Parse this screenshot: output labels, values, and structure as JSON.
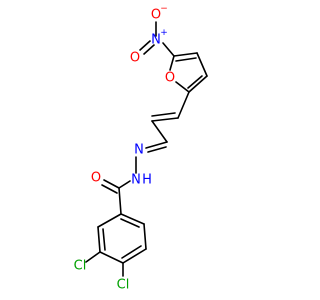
{
  "molecule": {
    "colors": {
      "bond": "#000000",
      "N": "#0000FF",
      "O": "#FF0000",
      "Cl": "#00A000"
    },
    "atoms": [
      {
        "id": "n_nitro",
        "symbol": "N",
        "label": "N",
        "charge": "+"
      },
      {
        "id": "o_nitro_top",
        "symbol": "O",
        "label": "O",
        "charge": "−"
      },
      {
        "id": "o_nitro_bottom",
        "symbol": "O",
        "label": "O",
        "charge": ""
      },
      {
        "id": "o_furan",
        "symbol": "O",
        "label": "O",
        "charge": ""
      },
      {
        "id": "n_hydrazone",
        "symbol": "N",
        "label": "N",
        "charge": ""
      },
      {
        "id": "n_amide",
        "symbol": "N",
        "label": "N",
        "charge": ""
      },
      {
        "id": "h_amide",
        "symbol": "H",
        "label": "H",
        "charge": ""
      },
      {
        "id": "o_carbonyl",
        "symbol": "O",
        "label": "O",
        "charge": ""
      },
      {
        "id": "cl_3",
        "symbol": "Cl",
        "label": "Cl",
        "charge": ""
      },
      {
        "id": "cl_4",
        "symbol": "Cl",
        "label": "Cl",
        "charge": ""
      }
    ]
  }
}
